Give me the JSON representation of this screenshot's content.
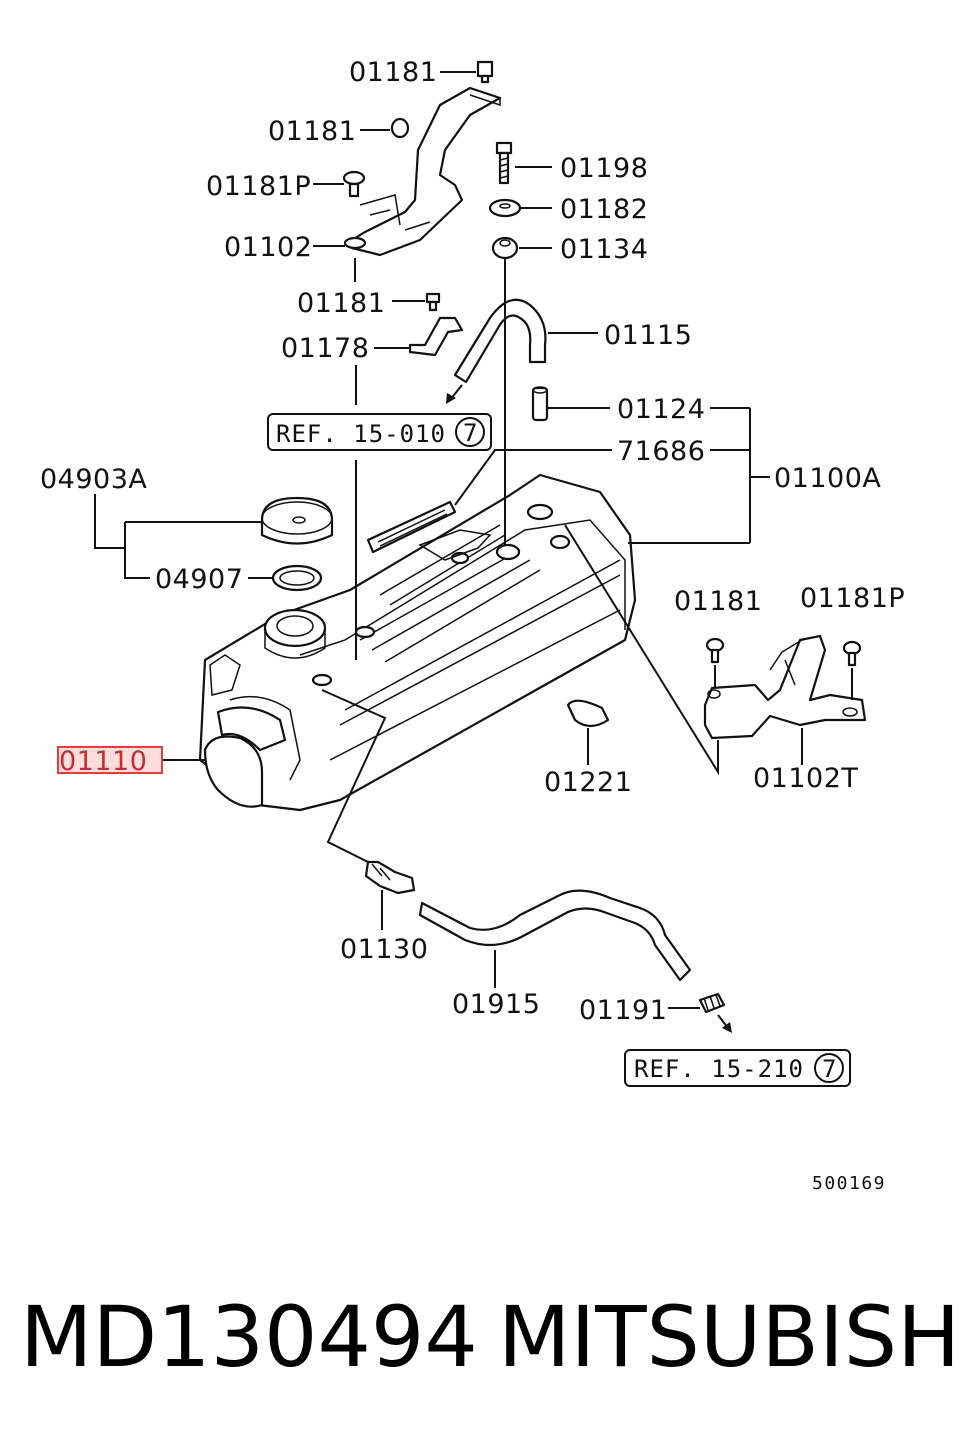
{
  "callouts": {
    "c01181_top": "01181",
    "c01181_b": "01181",
    "c01181p_left": "01181P",
    "c01102": "01102",
    "c01181_c": "01181",
    "c01178": "01178",
    "c01198": "01198",
    "c01182": "01182",
    "c01134": "01134",
    "c01115": "01115",
    "c01124": "01124",
    "c71686": "71686",
    "c01100a": "01100A",
    "c04903a": "04903A",
    "c04907": "04907",
    "c01181_right": "01181",
    "c01181p_right": "01181P",
    "c01110": "01110",
    "c01221": "01221",
    "c01102t": "01102T",
    "c01130": "01130",
    "c01915": "01915",
    "c01191": "01191"
  },
  "refs": {
    "ref1_text": "REF. 15-010",
    "ref1_num": "7",
    "ref2_text": "REF. 15-210",
    "ref2_num": "7"
  },
  "diagram_id": "500169",
  "footer": {
    "part_number": "MD130494",
    "brand": "MITSUBISHI"
  },
  "highlight_color": "#e0403a"
}
